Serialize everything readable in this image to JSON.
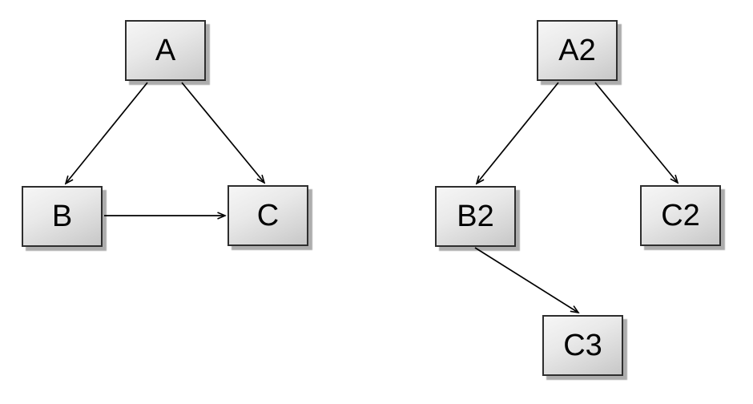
{
  "diagram": {
    "background_color": "#ffffff",
    "node_style": {
      "fill_light": "#f6f6f6",
      "fill_dark": "#c7c7c7",
      "border_color": "#2e2e2e",
      "shadow_color": "#aaaaaa",
      "text_color": "#000000"
    },
    "edge_color": "#000000",
    "left_graph": {
      "nodes": [
        {
          "id": "A",
          "label": "A"
        },
        {
          "id": "B",
          "label": "B"
        },
        {
          "id": "C",
          "label": "C"
        }
      ],
      "edges": [
        {
          "from": "A",
          "to": "B"
        },
        {
          "from": "A",
          "to": "C"
        },
        {
          "from": "B",
          "to": "C"
        }
      ]
    },
    "right_graph": {
      "nodes": [
        {
          "id": "A2",
          "label": "A2"
        },
        {
          "id": "B2",
          "label": "B2"
        },
        {
          "id": "C2",
          "label": "C2"
        },
        {
          "id": "C3",
          "label": "C3"
        }
      ],
      "edges": [
        {
          "from": "A2",
          "to": "B2"
        },
        {
          "from": "A2",
          "to": "C2"
        },
        {
          "from": "B2",
          "to": "C3"
        }
      ]
    }
  }
}
